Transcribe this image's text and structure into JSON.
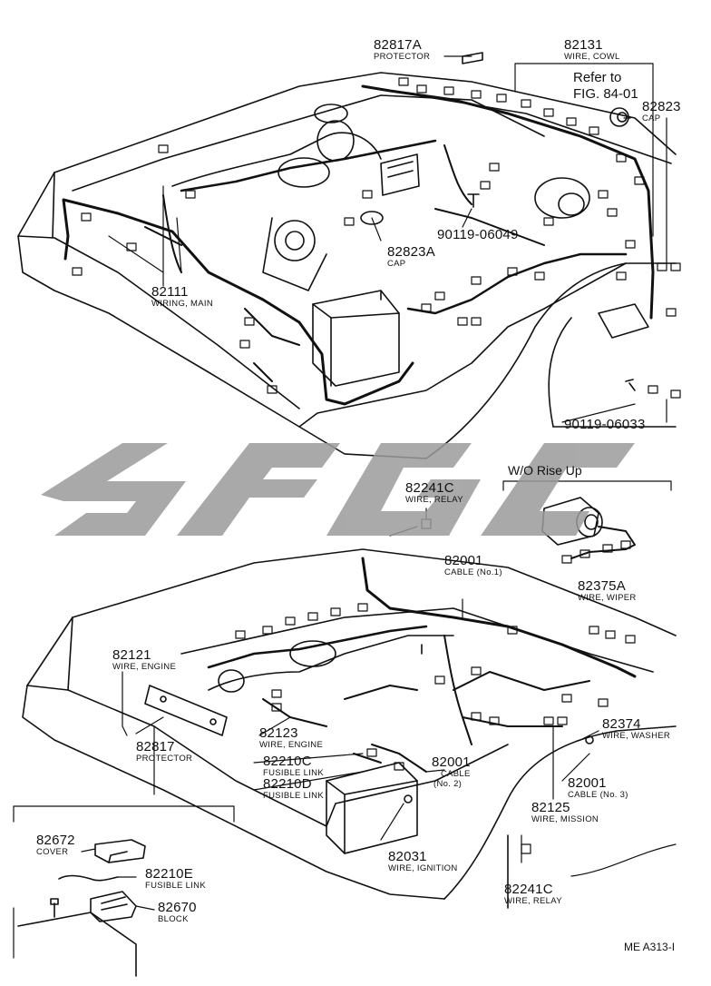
{
  "labels": {
    "l82817A": {
      "number": "82817A",
      "desc": "PROTECTOR"
    },
    "l82131": {
      "number": "82131",
      "desc": "WIRE, COWL"
    },
    "l82823": {
      "number": "82823",
      "desc": "CAP"
    },
    "l82823A": {
      "number": "82823A",
      "desc": "CAP"
    },
    "l90119_06049": {
      "number": "90119-06049"
    },
    "l82111": {
      "number": "82111",
      "desc": "WIRING, MAIN"
    },
    "l90119_06033": {
      "number": "90119-06033"
    },
    "l82241C_top": {
      "number": "82241C",
      "desc": "WIRE, RELAY"
    },
    "l82001_1": {
      "number": "82001",
      "desc": "CABLE (No.1)"
    },
    "l82375A": {
      "number": "82375A",
      "desc": "WIRE, WIPER"
    },
    "l82121": {
      "number": "82121",
      "desc": "WIRE, ENGINE"
    },
    "l82817": {
      "number": "82817",
      "desc": "PROTECTOR"
    },
    "l82123": {
      "number": "82123",
      "desc": "WIRE, ENGINE"
    },
    "l82210C": {
      "number": "82210C",
      "desc": "FUSIBLE LINK"
    },
    "l82210D": {
      "number": "82210D",
      "desc": "FUSIBLE LINK"
    },
    "l82001_2": {
      "number": "82001",
      "desc": "CABLE",
      "desc2": "(No. 2)"
    },
    "l82374": {
      "number": "82374",
      "desc": "WIRE, WASHER"
    },
    "l82001_3": {
      "number": "82001",
      "desc": "CABLE (No. 3)"
    },
    "l82125": {
      "number": "82125",
      "desc": "WIRE, MISSION"
    },
    "l82031": {
      "number": "82031",
      "desc": "WIRE, IGNITION"
    },
    "l82241C_bot": {
      "number": "82241C",
      "desc": "WIRE, RELAY"
    },
    "l82672": {
      "number": "82672",
      "desc": "COVER"
    },
    "l82210E": {
      "number": "82210E",
      "desc": "FUSIBLE LINK"
    },
    "l82670": {
      "number": "82670",
      "desc": "BLOCK"
    }
  },
  "reference": {
    "line1": "Refer to",
    "line2": "FIG. 84-01"
  },
  "inset_title": "W/O Rise Up",
  "figure_code": "ME A313-I"
}
